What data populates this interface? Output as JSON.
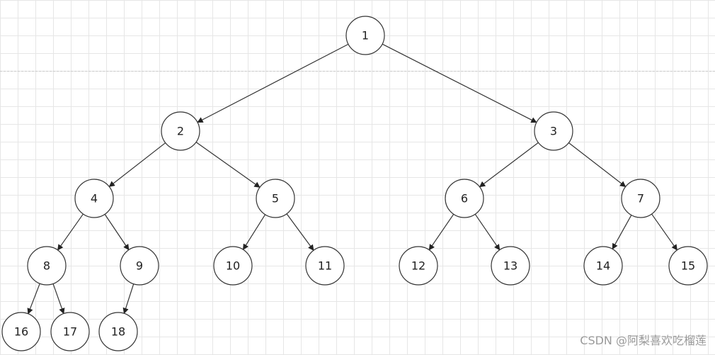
{
  "tree": {
    "nodes": [
      "1",
      "2",
      "3",
      "4",
      "5",
      "6",
      "7",
      "8",
      "9",
      "10",
      "11",
      "12",
      "13",
      "14",
      "15",
      "16",
      "17",
      "18"
    ],
    "edges": [
      [
        "1",
        "2"
      ],
      [
        "1",
        "3"
      ],
      [
        "2",
        "4"
      ],
      [
        "2",
        "5"
      ],
      [
        "3",
        "6"
      ],
      [
        "3",
        "7"
      ],
      [
        "4",
        "8"
      ],
      [
        "4",
        "9"
      ],
      [
        "5",
        "10"
      ],
      [
        "5",
        "11"
      ],
      [
        "6",
        "12"
      ],
      [
        "6",
        "13"
      ],
      [
        "7",
        "14"
      ],
      [
        "7",
        "15"
      ],
      [
        "8",
        "16"
      ],
      [
        "8",
        "17"
      ],
      [
        "9",
        "18"
      ]
    ]
  },
  "watermark": "CSDN @阿梨喜欢吃榴莲"
}
